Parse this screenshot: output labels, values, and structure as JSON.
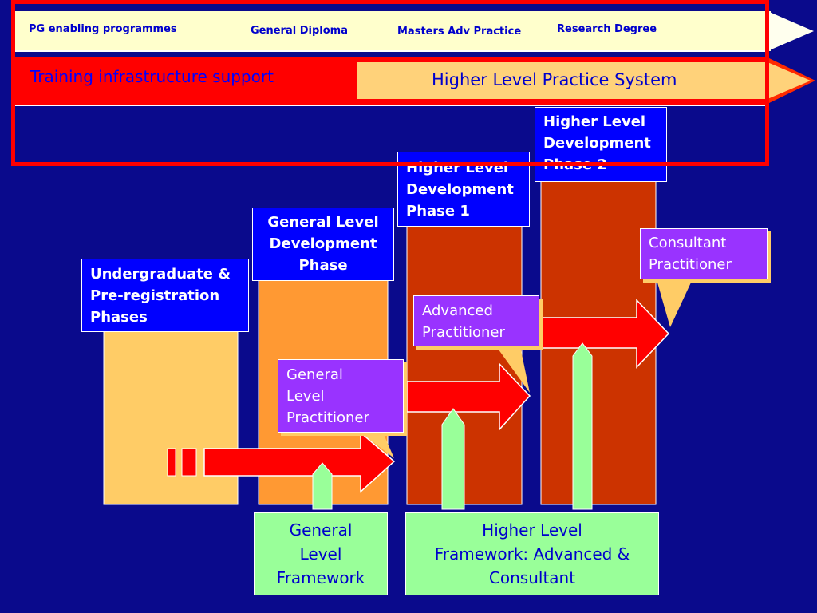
{
  "colors": {
    "background": "#0a0a8c",
    "header_band": "#ffffcc",
    "training_band": "#ff0000",
    "practice_band": "#ffd27a",
    "column_undergrad": "#ffcc66",
    "column_general": "#ff9933",
    "column_higher": "#cc3300",
    "label_box": "#0000ff",
    "practitioner_box": "#9933ff",
    "framework_box": "#99ff99",
    "arrow_red": "#ff0000",
    "highlight_frame": "#ff0000"
  },
  "header": {
    "pg_enabling": "PG enabling programmes",
    "general_diploma": "General Diploma",
    "masters": "Masters Adv Practice",
    "research": "Research Degree"
  },
  "training_label": "Training infrastructure support",
  "practice_system_label": "Higher Level Practice System",
  "phases": {
    "undergrad": [
      "Undergraduate &",
      "Pre-registration",
      "Phases"
    ],
    "general": [
      "General Level",
      "Development",
      "Phase"
    ],
    "higher1": [
      "Higher Level",
      "Development",
      "Phase 1"
    ],
    "higher2": [
      "Higher Level",
      "Development",
      "Phase 2"
    ]
  },
  "practitioners": {
    "general": [
      "General",
      "Level",
      "Practitioner"
    ],
    "advanced": [
      "Advanced",
      "Practitioner"
    ],
    "consultant": [
      "Consultant",
      "Practitioner"
    ]
  },
  "frameworks": {
    "general": [
      "General",
      "Level",
      "Framework"
    ],
    "higher": [
      "Higher Level",
      "Framework: Advanced &",
      "Consultant"
    ]
  }
}
